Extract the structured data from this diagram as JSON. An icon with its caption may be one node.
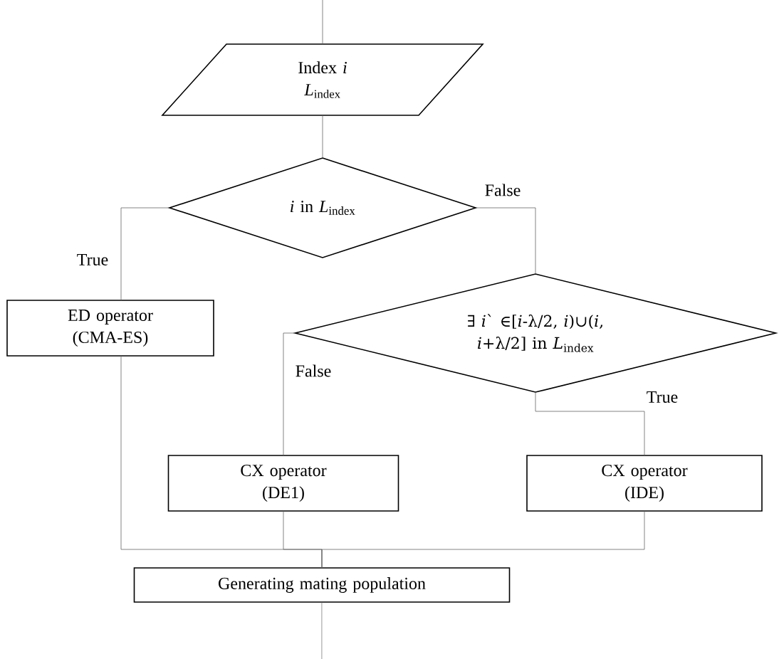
{
  "diagram": {
    "nodes": [
      {
        "text": [
          "Index *i*",
          "*L*$_{index}$"
        ]
      },
      {
        "text": [
          "*i* in *L*$_{index}$"
        ]
      },
      {
        "text": [
          "ED operator (CMA-ES)"
        ]
      },
      {
        "text": [
          "∃ *i*` ∈[*i*-λ/2, *i*)∪(*i*, *i*+λ/2] in *L*$_{index}$"
        ]
      },
      {
        "text": [
          "CX operator (DE1)"
        ]
      },
      {
        "text": [
          "CX operator (IDE)"
        ]
      },
      {
        "text": [
          "Generating mating population"
        ]
      }
    ],
    "edges": [
      {
        "from": null,
        "to": 0,
        "arrow": "none"
      },
      {
        "from": 0,
        "to": 1,
        "arrow": "none"
      },
      {
        "from": 1,
        "to": 2,
        "arrow": "none",
        "label": "True"
      },
      {
        "from": 1,
        "to": 3,
        "arrow": "none",
        "label": "False"
      },
      {
        "from": 3,
        "to": 4,
        "arrow": "none",
        "label": "False"
      },
      {
        "from": 3,
        "to": 5,
        "arrow": "none",
        "label": "True"
      },
      {
        "from": 2,
        "to": 6,
        "arrow": "none"
      },
      {
        "from": 4,
        "to": 6,
        "arrow": "none"
      },
      {
        "from": 5,
        "to": 6,
        "arrow": "none"
      },
      {
        "from": 6,
        "to": null,
        "arrow": "none"
      }
    ]
  }
}
